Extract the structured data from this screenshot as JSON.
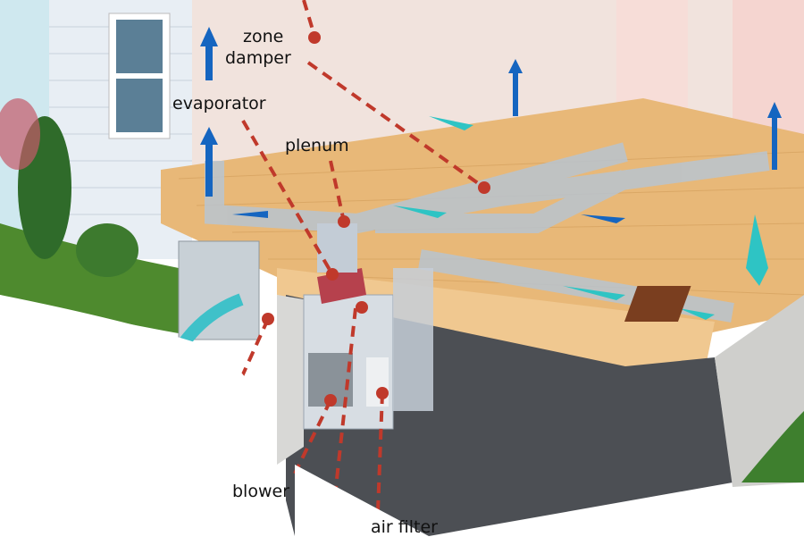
{
  "labels": {
    "zone_damper_1": "zone",
    "zone_damper_2": "damper",
    "evaporator": "evaporator",
    "plenum": "plenum",
    "blower": "blower",
    "air_filter": "air filter"
  },
  "colors": {
    "leader": "#c0392b",
    "supply_arrow": "#1565c0",
    "return_arrow": "#2ec4c4",
    "floor": "#e8b878",
    "wall": "#f1e3dd"
  }
}
